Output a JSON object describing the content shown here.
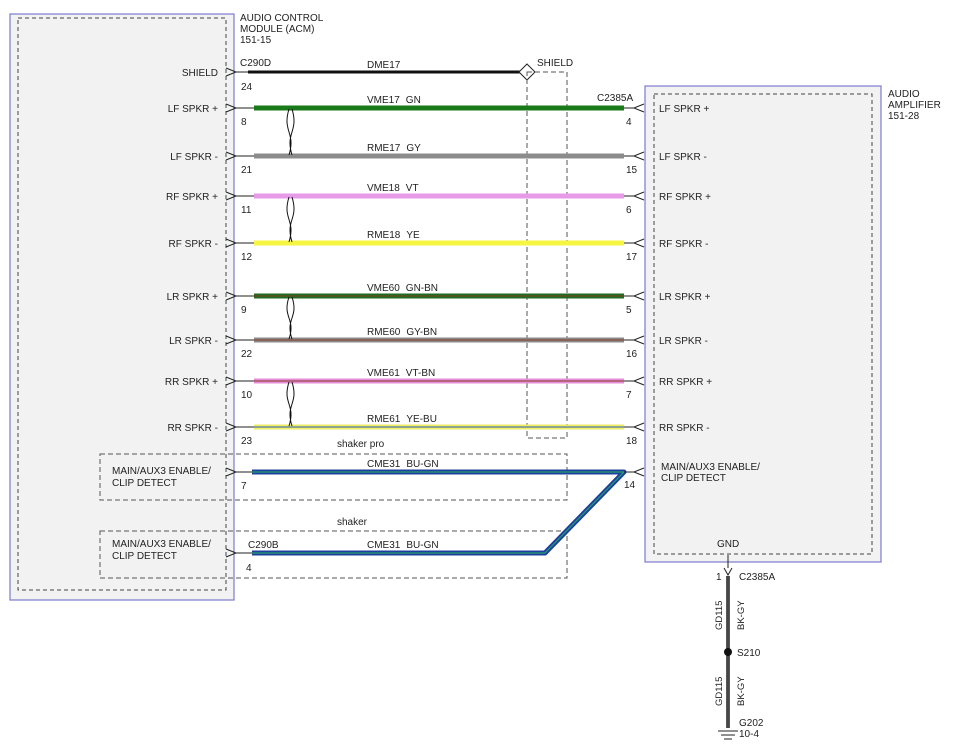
{
  "acm": {
    "title_line1": "AUDIO CONTROL",
    "title_line2": "MODULE (ACM)",
    "ref": "151-15",
    "connector_top": "C290D",
    "connector_bottom": "C290B"
  },
  "amp": {
    "title_line1": "AUDIO",
    "title_line2": "AMPLIFIER",
    "ref": "151-28",
    "connector": "C2385A",
    "gnd_label": "GND"
  },
  "shield": {
    "left_label": "SHIELD",
    "left_pin": "24",
    "wire": "DME17",
    "right_label": "SHIELD"
  },
  "circuits": [
    {
      "left": "LF SPKR +",
      "lpin": "8",
      "wire": "VME17",
      "color": "GN",
      "rpin": "4",
      "right": "LF SPKR +",
      "main": "#1a7a1a",
      "stripe": ""
    },
    {
      "left": "LF SPKR -",
      "lpin": "21",
      "wire": "RME17",
      "color": "GY",
      "rpin": "15",
      "right": "LF SPKR -",
      "main": "#8c8c8c",
      "stripe": ""
    },
    {
      "left": "RF SPKR +",
      "lpin": "11",
      "wire": "VME18",
      "color": "VT",
      "rpin": "6",
      "right": "RF SPKR +",
      "main": "#e79ae7",
      "stripe": ""
    },
    {
      "left": "RF SPKR -",
      "lpin": "12",
      "wire": "RME18",
      "color": "YE",
      "rpin": "17",
      "right": "RF SPKR -",
      "main": "#f5f542",
      "stripe": ""
    },
    {
      "left": "LR SPKR +",
      "lpin": "9",
      "wire": "VME60",
      "color": "GN-BN",
      "rpin": "5",
      "right": "LR SPKR +",
      "main": "#1f6b1f",
      "stripe": "#6b4a2b"
    },
    {
      "left": "LR SPKR -",
      "lpin": "22",
      "wire": "RME60",
      "color": "GY-BN",
      "rpin": "16",
      "right": "LR SPKR -",
      "main": "#8a8a8a",
      "stripe": "#8b4a3a"
    },
    {
      "left": "RR SPKR +",
      "lpin": "10",
      "wire": "VME61",
      "color": "VT-BN",
      "rpin": "7",
      "right": "RR SPKR +",
      "main": "#e58ed6",
      "stripe": "#9b4b4b"
    },
    {
      "left": "RR SPKR -",
      "lpin": "23",
      "wire": "RME61",
      "color": "YE-BU",
      "rpin": "18",
      "right": "RR SPKR -",
      "main": "#eeee66",
      "stripe": "#5577aa"
    }
  ],
  "enable": {
    "option1": "shaker pro",
    "option2": "shaker",
    "label_line1": "MAIN/AUX3 ENABLE/",
    "label_line2": "CLIP DETECT",
    "pin1": "7",
    "pin2": "4",
    "wire": "CME31",
    "color": "BU-GN",
    "amp_label_line1": "MAIN/AUX3 ENABLE/",
    "amp_label_line2": "CLIP DETECT",
    "amp_pin": "14",
    "main": "#1f3f9f",
    "stripe": "#22a06a"
  },
  "ground": {
    "pin": "1",
    "connector": "C2385A",
    "wire_top": "GD115",
    "color_top": "BK-GY",
    "splice": "S210",
    "wire_bottom": "GD115",
    "color_bottom": "BK-GY",
    "point": "G202",
    "ref": "10-4"
  }
}
